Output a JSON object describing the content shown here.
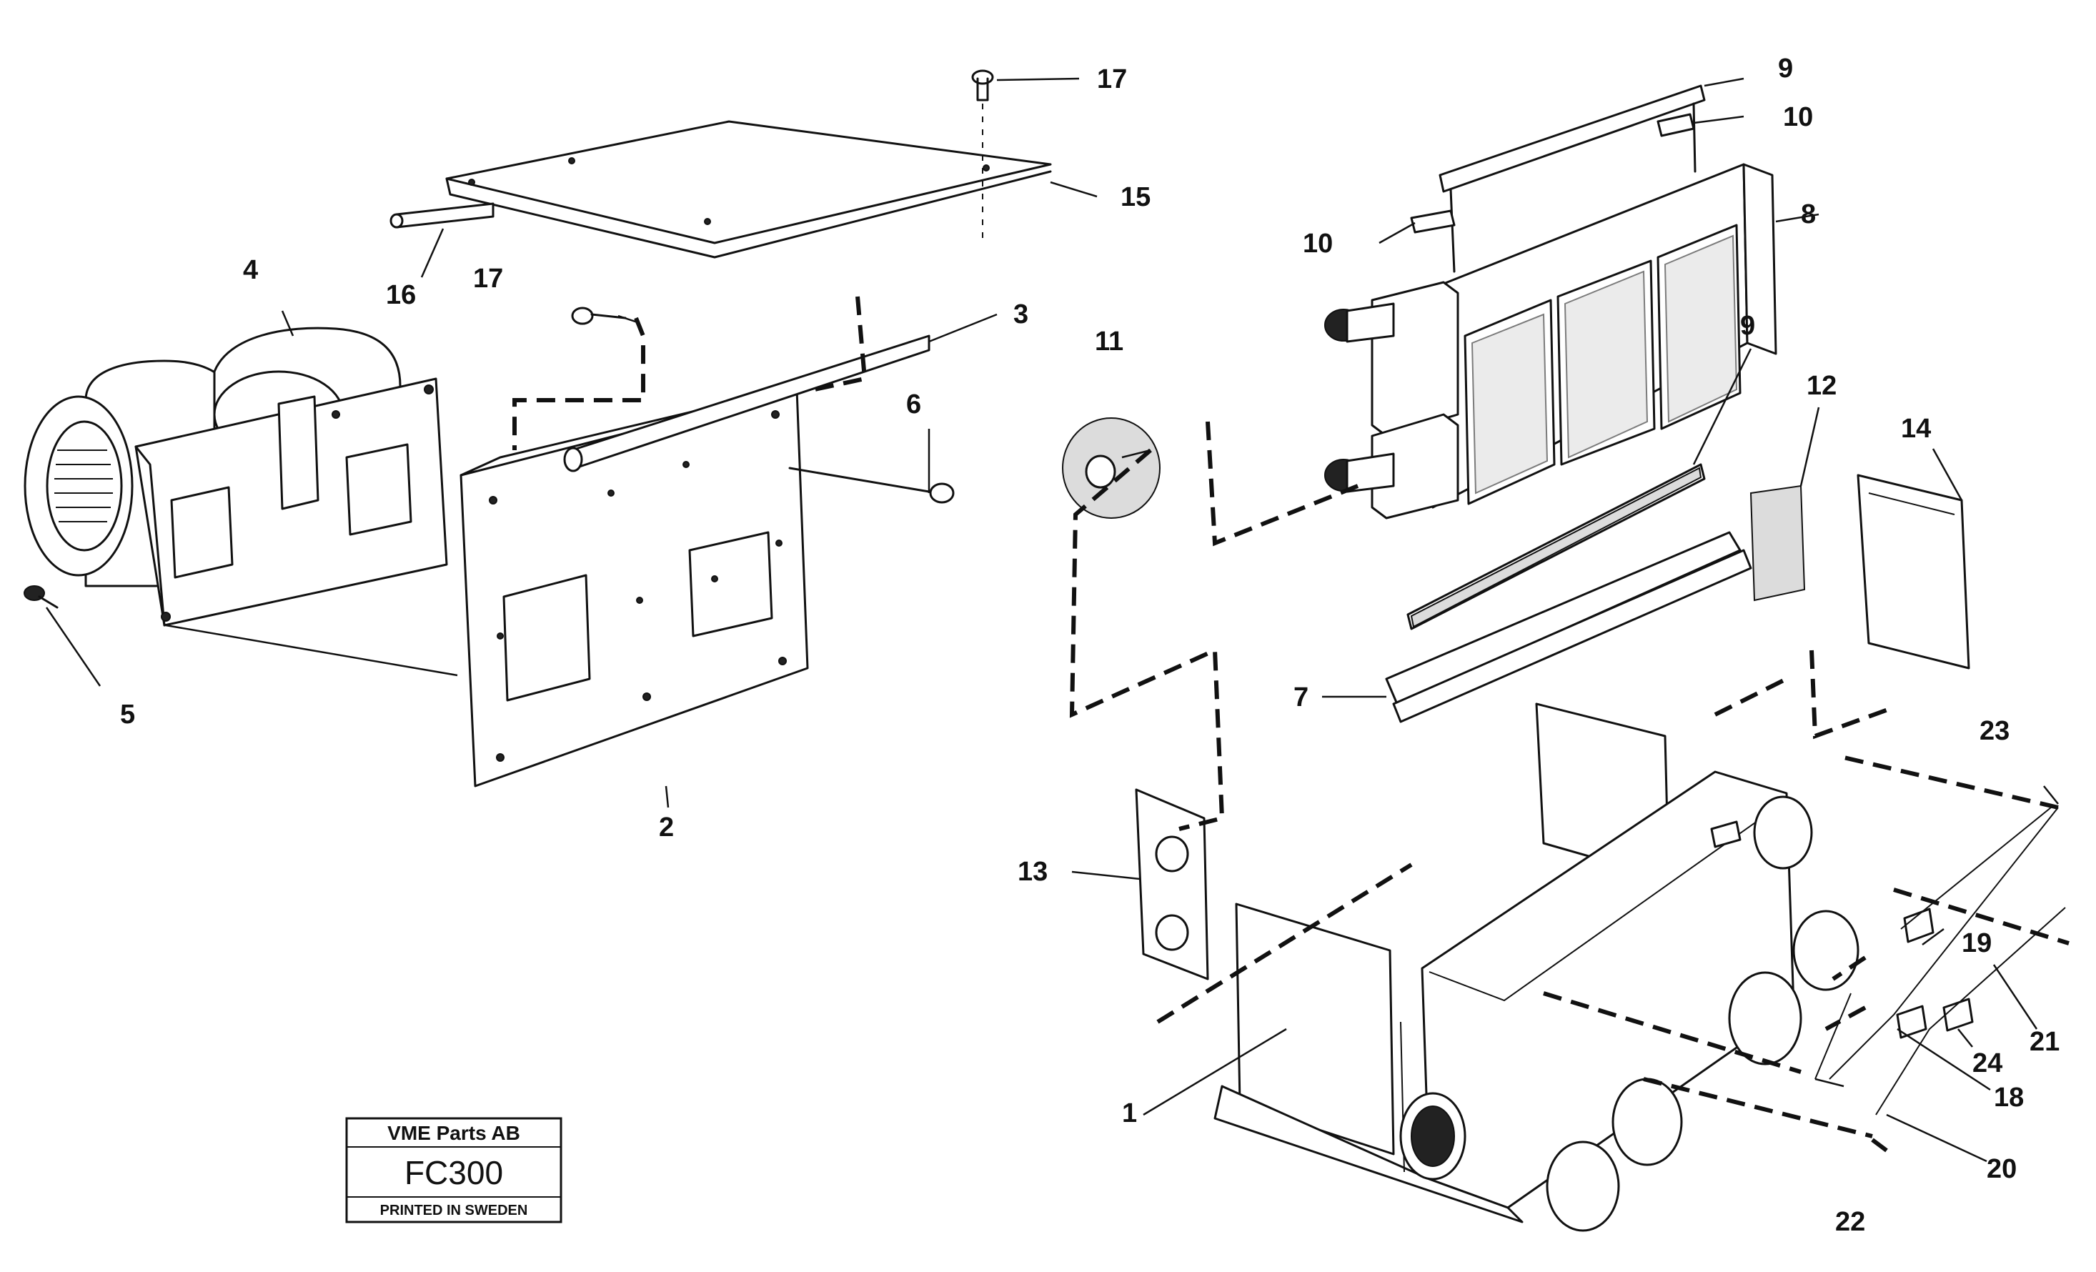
{
  "title_block": {
    "company": "VME Parts AB",
    "code": "FC300",
    "printed": "PRINTED IN SWEDEN"
  },
  "part_labels": [
    {
      "id": "label-1",
      "text": "1"
    },
    {
      "id": "label-2",
      "text": "2"
    },
    {
      "id": "label-3",
      "text": "3"
    },
    {
      "id": "label-4",
      "text": "4"
    },
    {
      "id": "label-5",
      "text": "5"
    },
    {
      "id": "label-6",
      "text": "6"
    },
    {
      "id": "label-7",
      "text": "7"
    },
    {
      "id": "label-8",
      "text": "8"
    },
    {
      "id": "label-9-top",
      "text": "9"
    },
    {
      "id": "label-9-mid",
      "text": "9"
    },
    {
      "id": "label-10-right",
      "text": "10"
    },
    {
      "id": "label-10-left",
      "text": "10"
    },
    {
      "id": "label-11",
      "text": "11"
    },
    {
      "id": "label-12",
      "text": "12"
    },
    {
      "id": "label-13",
      "text": "13"
    },
    {
      "id": "label-14",
      "text": "14"
    },
    {
      "id": "label-15",
      "text": "15"
    },
    {
      "id": "label-16",
      "text": "16"
    },
    {
      "id": "label-17-top",
      "text": "17"
    },
    {
      "id": "label-17-mid",
      "text": "17"
    },
    {
      "id": "label-18",
      "text": "18"
    },
    {
      "id": "label-19",
      "text": "19"
    },
    {
      "id": "label-20",
      "text": "20"
    },
    {
      "id": "label-21",
      "text": "21"
    },
    {
      "id": "label-22",
      "text": "22"
    },
    {
      "id": "label-23",
      "text": "23"
    },
    {
      "id": "label-24",
      "text": "24"
    }
  ]
}
